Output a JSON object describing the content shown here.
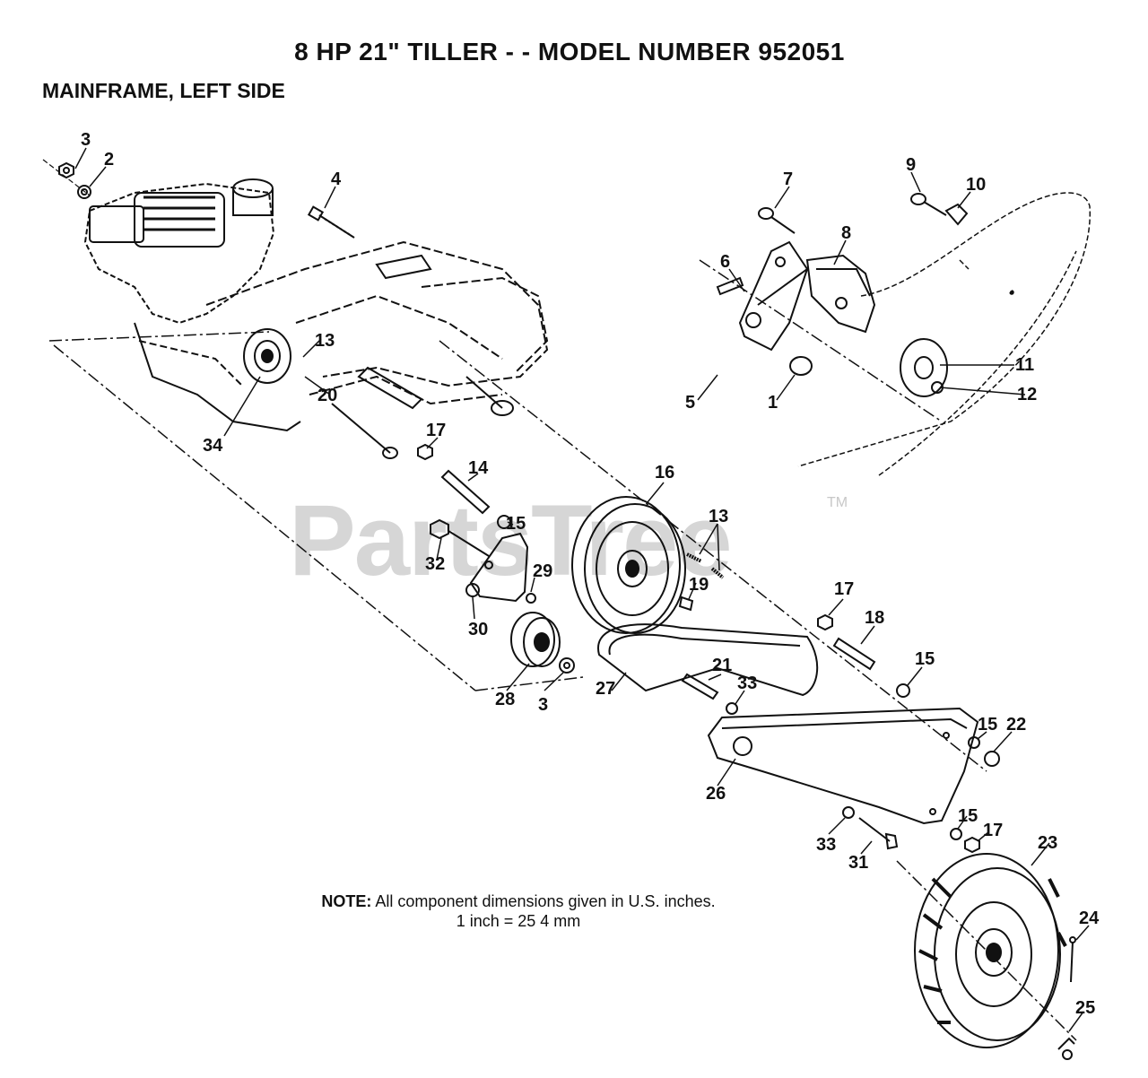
{
  "title": "8 HP 21\" TILLER - - MODEL NUMBER 952051",
  "section": "MAINFRAME, LEFT SIDE",
  "note": {
    "label": "NOTE:",
    "line1": "All component dimensions given in U.S. inches.",
    "line2": "1 inch = 25 4 mm"
  },
  "watermark": {
    "text": "PartsTree",
    "tm": "TM"
  },
  "callouts": [
    {
      "id": "c3a",
      "text": "3"
    },
    {
      "id": "c2",
      "text": "2"
    },
    {
      "id": "c4",
      "text": "4"
    },
    {
      "id": "c7",
      "text": "7"
    },
    {
      "id": "c9",
      "text": "9"
    },
    {
      "id": "c10",
      "text": "10"
    },
    {
      "id": "c8",
      "text": "8"
    },
    {
      "id": "c6",
      "text": "6"
    },
    {
      "id": "c13a",
      "text": "13"
    },
    {
      "id": "c11",
      "text": "11"
    },
    {
      "id": "c12",
      "text": "12"
    },
    {
      "id": "c5",
      "text": "5"
    },
    {
      "id": "c1",
      "text": "1"
    },
    {
      "id": "c20",
      "text": "20"
    },
    {
      "id": "c34",
      "text": "34"
    },
    {
      "id": "c17a",
      "text": "17"
    },
    {
      "id": "c14",
      "text": "14"
    },
    {
      "id": "c16",
      "text": "16"
    },
    {
      "id": "c15a",
      "text": "15"
    },
    {
      "id": "c13b",
      "text": "13"
    },
    {
      "id": "c32",
      "text": "32"
    },
    {
      "id": "c29",
      "text": "29"
    },
    {
      "id": "c19",
      "text": "19"
    },
    {
      "id": "c17b",
      "text": "17"
    },
    {
      "id": "c18",
      "text": "18"
    },
    {
      "id": "c30",
      "text": "30"
    },
    {
      "id": "c21",
      "text": "21"
    },
    {
      "id": "c15b",
      "text": "15"
    },
    {
      "id": "c33a",
      "text": "33"
    },
    {
      "id": "c28",
      "text": "28"
    },
    {
      "id": "c3b",
      "text": "3"
    },
    {
      "id": "c27",
      "text": "27"
    },
    {
      "id": "c15c",
      "text": "15"
    },
    {
      "id": "c22",
      "text": "22"
    },
    {
      "id": "c26",
      "text": "26"
    },
    {
      "id": "c23",
      "text": "23"
    },
    {
      "id": "c15d",
      "text": "15"
    },
    {
      "id": "c17c",
      "text": "17"
    },
    {
      "id": "c33b",
      "text": "33"
    },
    {
      "id": "c31",
      "text": "31"
    },
    {
      "id": "c24",
      "text": "24"
    },
    {
      "id": "c25",
      "text": "25"
    }
  ]
}
